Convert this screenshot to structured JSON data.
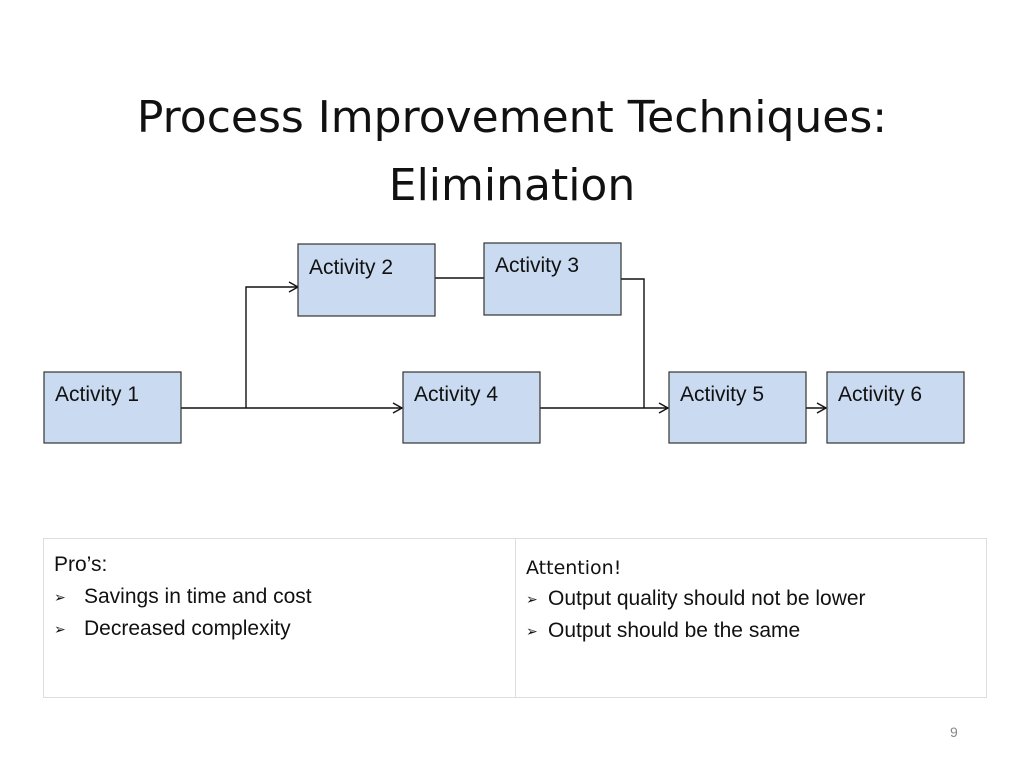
{
  "slide": {
    "title_line1": "Process Improvement Techniques:",
    "title_line2": "Elimination",
    "page_number": "9"
  },
  "diagram": {
    "activities": [
      "Activity 1",
      "Activity 2",
      "Activity 3",
      "Activity 4",
      "Activity 5",
      "Activity 6"
    ],
    "box_fill": "#c9daf1",
    "box_stroke": "#333333"
  },
  "pros": {
    "heading": "Pro’s:",
    "items": [
      "Savings in time and cost",
      "Decreased complexity"
    ]
  },
  "attention": {
    "heading": "Attention!",
    "items": [
      "Output quality should not be lower",
      "Output should be the same"
    ]
  },
  "bullet_icon": "arrow-bullet-icon"
}
